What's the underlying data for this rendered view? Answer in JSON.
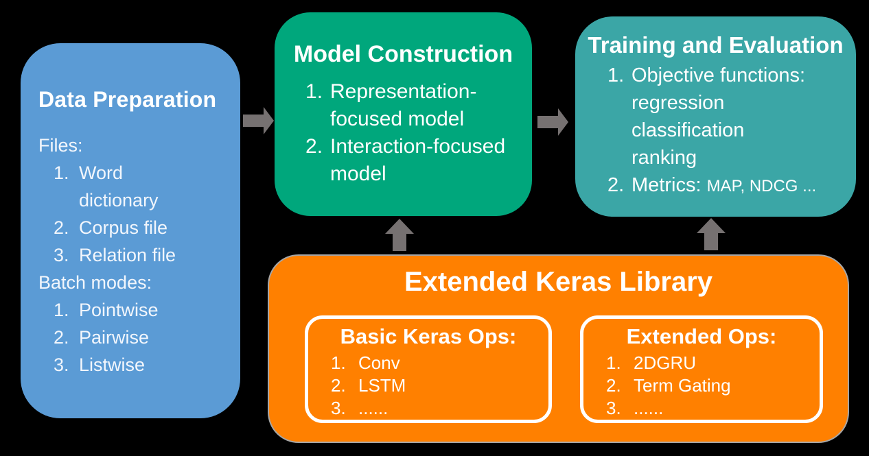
{
  "colors": {
    "background": "#000000",
    "blue": "#5B9BD5",
    "green": "#00A77C",
    "teal": "#3BA6A6",
    "orange": "#FF8000",
    "arrow": "#767171",
    "orange_border": "#A6A6A6",
    "text": "#FFFFFF"
  },
  "data_preparation": {
    "title": "Data Preparation",
    "files_label": "Files:",
    "files_items": [
      "Word\ndictionary",
      "Corpus file",
      "Relation file"
    ],
    "batch_label": "Batch modes:",
    "batch_items": [
      "Pointwise",
      "Pairwise",
      "Listwise"
    ]
  },
  "model_construction": {
    "title": "Model Construction",
    "items": [
      "Representation-\nfocused model",
      "Interaction-focused\nmodel"
    ]
  },
  "training_evaluation": {
    "title": "Training and Evaluation",
    "item_1": "Objective functions:\nregression\nclassification\nranking",
    "item_2_label": "Metrics:",
    "item_2_detail": "MAP, NDCG ..."
  },
  "extended_keras_library": {
    "title": "Extended Keras Library",
    "basic_ops": {
      "title": "Basic Keras Ops:",
      "items": [
        "Conv",
        "LSTM",
        "......"
      ]
    },
    "extended_ops": {
      "title": "Extended Ops:",
      "items": [
        "2DGRU",
        "Term Gating",
        "......"
      ]
    }
  },
  "icons": {
    "flow_right": "arrow-right-icon",
    "flow_up": "arrow-up-icon"
  }
}
